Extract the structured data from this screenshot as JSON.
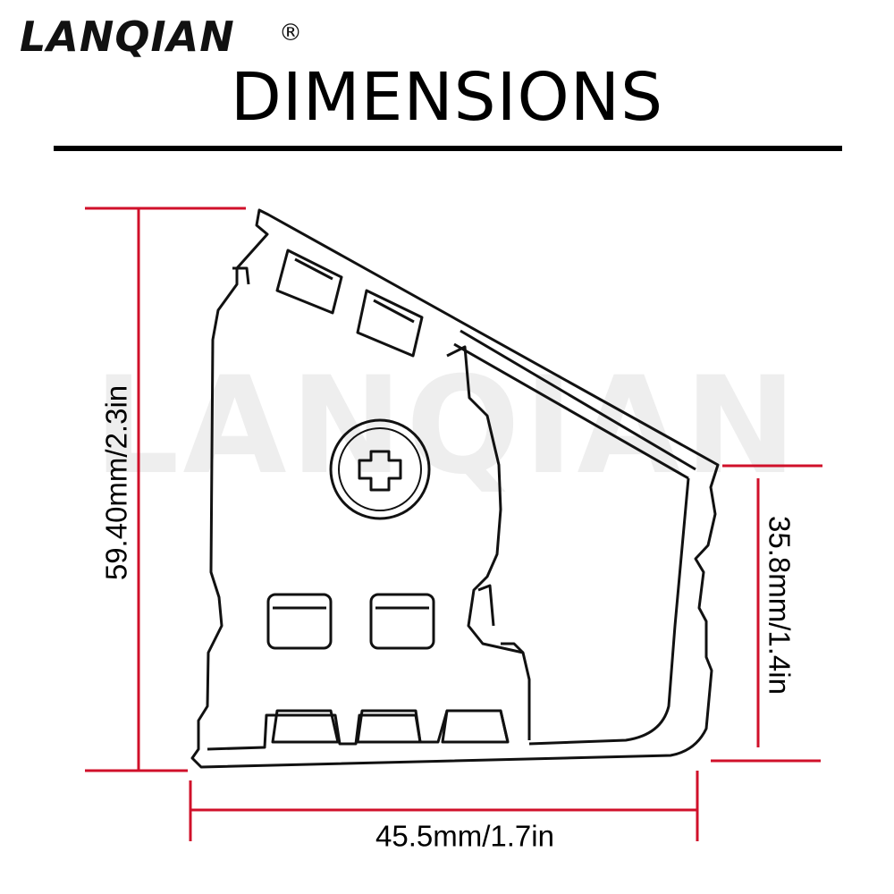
{
  "brand": {
    "logo_text": "LANQIAN",
    "registered_mark": "®",
    "watermark": "LANQIAN"
  },
  "header": {
    "title": "DIMENSIONS"
  },
  "dimensions": {
    "height": "59.40mm/2.3in",
    "side_height": "35.8mm/1.4in",
    "width": "45.5mm/1.7in"
  },
  "colors": {
    "dimension_line": "#d0102a",
    "outline": "#111111",
    "watermark": "#eeeeee"
  }
}
